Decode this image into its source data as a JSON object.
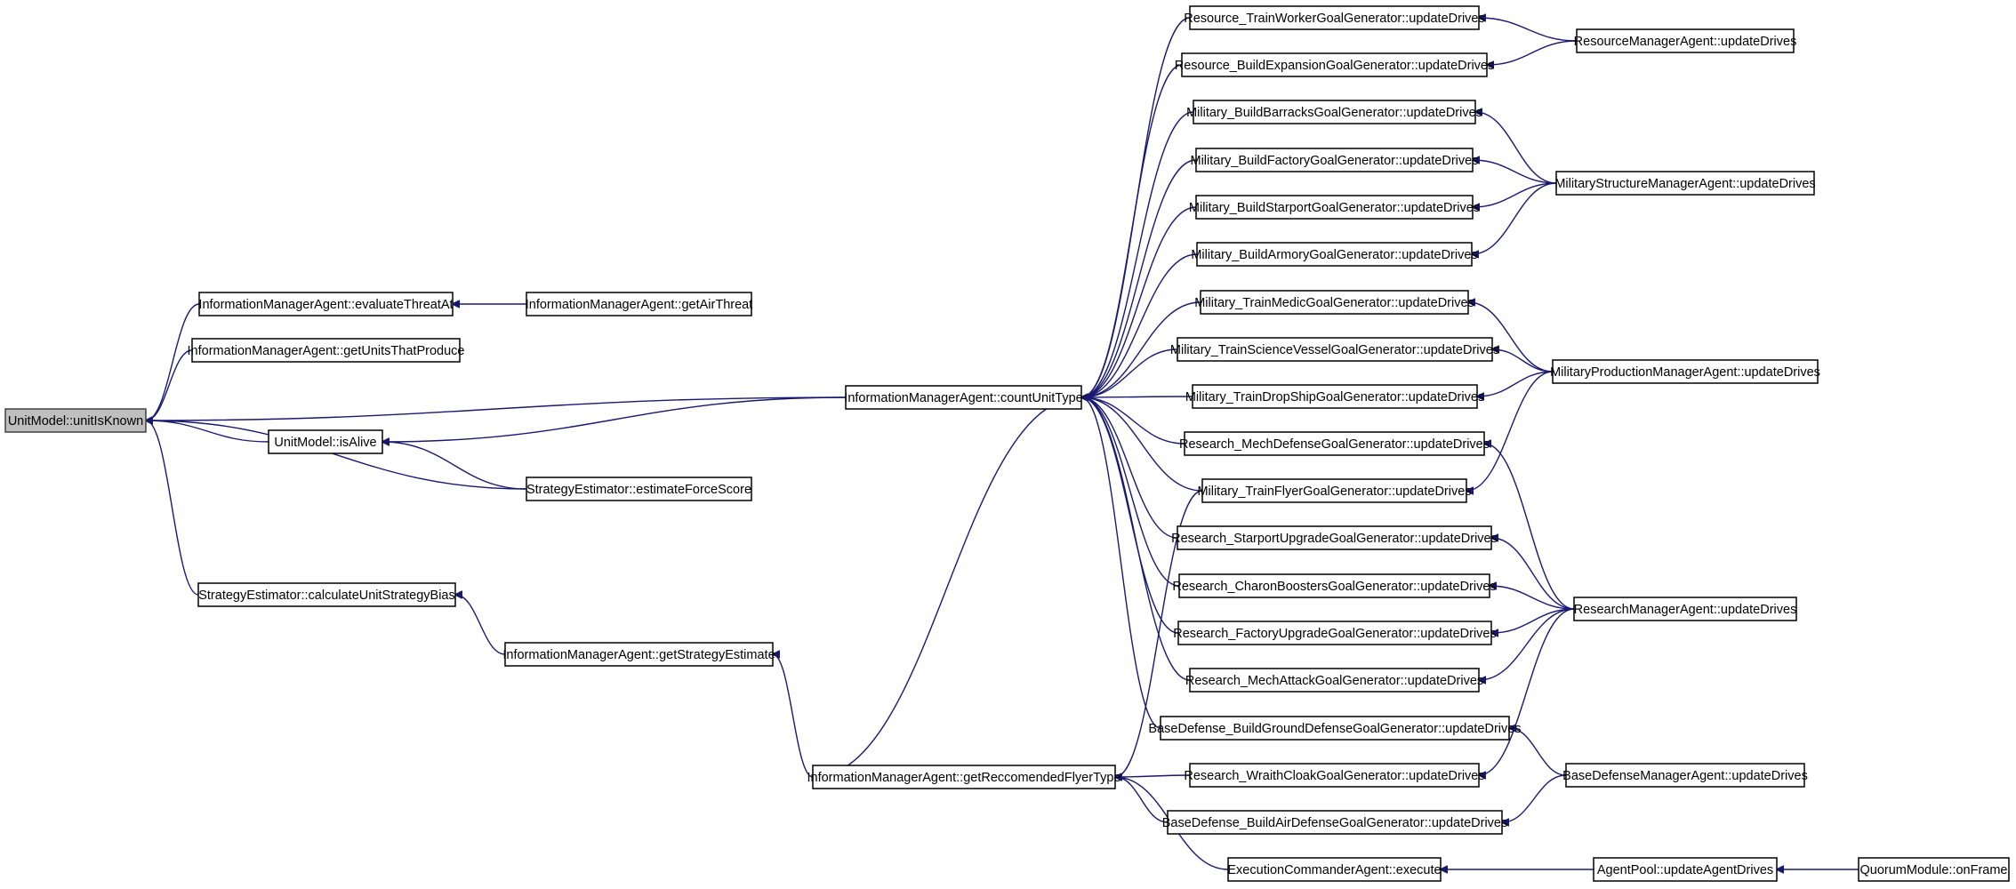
{
  "nodes": [
    {
      "id": "unitIsKnown",
      "label": "UnitModel::unitIsKnown",
      "highlight": true
    },
    {
      "id": "evaluateThreatAt",
      "label": "InformationManagerAgent::evaluateThreatAt"
    },
    {
      "id": "getAirThreat",
      "label": "InformationManagerAgent::getAirThreat"
    },
    {
      "id": "getUnitsThatProduce",
      "label": "InformationManagerAgent::getUnitsThatProduce"
    },
    {
      "id": "isAlive",
      "label": "UnitModel::isAlive"
    },
    {
      "id": "estimateForceScore",
      "label": "StrategyEstimator::estimateForceScore"
    },
    {
      "id": "calculateUnitStrategyBias",
      "label": "StrategyEstimator::calculateUnitStrategyBias"
    },
    {
      "id": "getStrategyEstimate",
      "label": "InformationManagerAgent::getStrategyEstimate"
    },
    {
      "id": "countUnitType",
      "label": "InformationManagerAgent::countUnitType"
    },
    {
      "id": "getReccomendedFlyerType",
      "label": "InformationManagerAgent::getReccomendedFlyerType"
    },
    {
      "id": "trainWorker",
      "label": "Resource_TrainWorkerGoalGenerator::updateDrives"
    },
    {
      "id": "buildExpansion",
      "label": "Resource_BuildExpansionGoalGenerator::updateDrives"
    },
    {
      "id": "buildBarracks",
      "label": "Military_BuildBarracksGoalGenerator::updateDrives"
    },
    {
      "id": "buildFactory",
      "label": "Military_BuildFactoryGoalGenerator::updateDrives"
    },
    {
      "id": "buildStarport",
      "label": "Military_BuildStarportGoalGenerator::updateDrives"
    },
    {
      "id": "buildArmory",
      "label": "Military_BuildArmoryGoalGenerator::updateDrives"
    },
    {
      "id": "trainMedic",
      "label": "Military_TrainMedicGoalGenerator::updateDrives"
    },
    {
      "id": "trainScienceVessel",
      "label": "Military_TrainScienceVesselGoalGenerator::updateDrives"
    },
    {
      "id": "trainDropShip",
      "label": "Military_TrainDropShipGoalGenerator::updateDrives"
    },
    {
      "id": "mechDefense",
      "label": "Research_MechDefenseGoalGenerator::updateDrives"
    },
    {
      "id": "trainFlyer",
      "label": "Military_TrainFlyerGoalGenerator::updateDrives"
    },
    {
      "id": "starportUpgrade",
      "label": "Research_StarportUpgradeGoalGenerator::updateDrives"
    },
    {
      "id": "charonBoosters",
      "label": "Research_CharonBoostersGoalGenerator::updateDrives"
    },
    {
      "id": "factoryUpgrade",
      "label": "Research_FactoryUpgradeGoalGenerator::updateDrives"
    },
    {
      "id": "mechAttack",
      "label": "Research_MechAttackGoalGenerator::updateDrives"
    },
    {
      "id": "groundDefense",
      "label": "BaseDefense_BuildGroundDefenseGoalGenerator::updateDrives"
    },
    {
      "id": "wraithCloak",
      "label": "Research_WraithCloakGoalGenerator::updateDrives"
    },
    {
      "id": "airDefense",
      "label": "BaseDefense_BuildAirDefenseGoalGenerator::updateDrives"
    },
    {
      "id": "execute",
      "label": "ExecutionCommanderAgent::execute"
    },
    {
      "id": "resourceMgr",
      "label": "ResourceManagerAgent::updateDrives"
    },
    {
      "id": "militaryStructMgr",
      "label": "MilitaryStructureManagerAgent::updateDrives"
    },
    {
      "id": "militaryProdMgr",
      "label": "MilitaryProductionManagerAgent::updateDrives"
    },
    {
      "id": "researchMgr",
      "label": "ResearchManagerAgent::updateDrives"
    },
    {
      "id": "baseDefenseMgr",
      "label": "BaseDefenseManagerAgent::updateDrives"
    },
    {
      "id": "updateAgentDrives",
      "label": "AgentPool::updateAgentDrives"
    },
    {
      "id": "onFrame",
      "label": "QuorumModule::onFrame"
    }
  ],
  "edges": [
    [
      "evaluateThreatAt",
      "unitIsKnown"
    ],
    [
      "getUnitsThatProduce",
      "unitIsKnown"
    ],
    [
      "countUnitType",
      "unitIsKnown"
    ],
    [
      "isAlive",
      "unitIsKnown"
    ],
    [
      "estimateForceScore",
      "unitIsKnown"
    ],
    [
      "calculateUnitStrategyBias",
      "unitIsKnown"
    ],
    [
      "getAirThreat",
      "evaluateThreatAt"
    ],
    [
      "countUnitType",
      "isAlive"
    ],
    [
      "estimateForceScore",
      "isAlive"
    ],
    [
      "getStrategyEstimate",
      "calculateUnitStrategyBias"
    ],
    [
      "getReccomendedFlyerType",
      "getStrategyEstimate"
    ],
    [
      "trainWorker",
      "countUnitType"
    ],
    [
      "buildExpansion",
      "countUnitType"
    ],
    [
      "buildBarracks",
      "countUnitType"
    ],
    [
      "buildFactory",
      "countUnitType"
    ],
    [
      "buildStarport",
      "countUnitType"
    ],
    [
      "buildArmory",
      "countUnitType"
    ],
    [
      "trainMedic",
      "countUnitType"
    ],
    [
      "trainScienceVessel",
      "countUnitType"
    ],
    [
      "trainDropShip",
      "countUnitType"
    ],
    [
      "mechDefense",
      "countUnitType"
    ],
    [
      "trainFlyer",
      "countUnitType"
    ],
    [
      "starportUpgrade",
      "countUnitType"
    ],
    [
      "charonBoosters",
      "countUnitType"
    ],
    [
      "factoryUpgrade",
      "countUnitType"
    ],
    [
      "mechAttack",
      "countUnitType"
    ],
    [
      "groundDefense",
      "countUnitType"
    ],
    [
      "getReccomendedFlyerType",
      "countUnitType"
    ],
    [
      "trainFlyer",
      "getReccomendedFlyerType"
    ],
    [
      "wraithCloak",
      "getReccomendedFlyerType"
    ],
    [
      "airDefense",
      "getReccomendedFlyerType"
    ],
    [
      "execute",
      "getReccomendedFlyerType"
    ],
    [
      "resourceMgr",
      "trainWorker"
    ],
    [
      "resourceMgr",
      "buildExpansion"
    ],
    [
      "militaryStructMgr",
      "buildBarracks"
    ],
    [
      "militaryStructMgr",
      "buildFactory"
    ],
    [
      "militaryStructMgr",
      "buildStarport"
    ],
    [
      "militaryStructMgr",
      "buildArmory"
    ],
    [
      "militaryProdMgr",
      "trainMedic"
    ],
    [
      "militaryProdMgr",
      "trainScienceVessel"
    ],
    [
      "militaryProdMgr",
      "trainDropShip"
    ],
    [
      "militaryProdMgr",
      "trainFlyer"
    ],
    [
      "researchMgr",
      "mechDefense"
    ],
    [
      "researchMgr",
      "starportUpgrade"
    ],
    [
      "researchMgr",
      "charonBoosters"
    ],
    [
      "researchMgr",
      "factoryUpgrade"
    ],
    [
      "researchMgr",
      "mechAttack"
    ],
    [
      "researchMgr",
      "wraithCloak"
    ],
    [
      "baseDefenseMgr",
      "groundDefense"
    ],
    [
      "baseDefenseMgr",
      "airDefense"
    ],
    [
      "updateAgentDrives",
      "execute"
    ],
    [
      "onFrame",
      "updateAgentDrives"
    ]
  ]
}
